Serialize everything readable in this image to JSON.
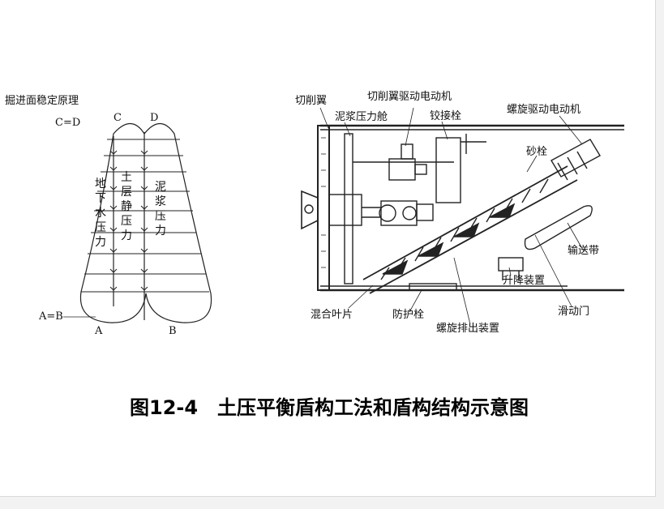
{
  "left_diagram": {
    "title": "掘进面稳定原理",
    "eq_top": "C=D",
    "eq_bottom": "A=B",
    "point_c": "C",
    "point_d": "D",
    "point_a": "A",
    "point_b": "B",
    "label_groundwater": "地下水压力",
    "label_soil": "土层静压力",
    "label_mud": "泥浆压力"
  },
  "right_diagram": {
    "labels": {
      "cutter_wing": "切削翼",
      "cutter_motor": "切削翼驱动电动机",
      "mud_chamber": "泥浆压力舱",
      "hinge_bolt": "铰接栓",
      "screw_motor": "螺旋驱动电动机",
      "gate_bolt": "砂栓",
      "conveyor": "输送带",
      "lifting": "升降装置",
      "sliding_door": "滑动门",
      "mixing_blade": "混合叶片",
      "guard_bolt": "防护栓",
      "screw_discharge": "螺旋排出装置"
    }
  },
  "caption": "图12-4　土压平衡盾构工法和盾构结构示意图"
}
